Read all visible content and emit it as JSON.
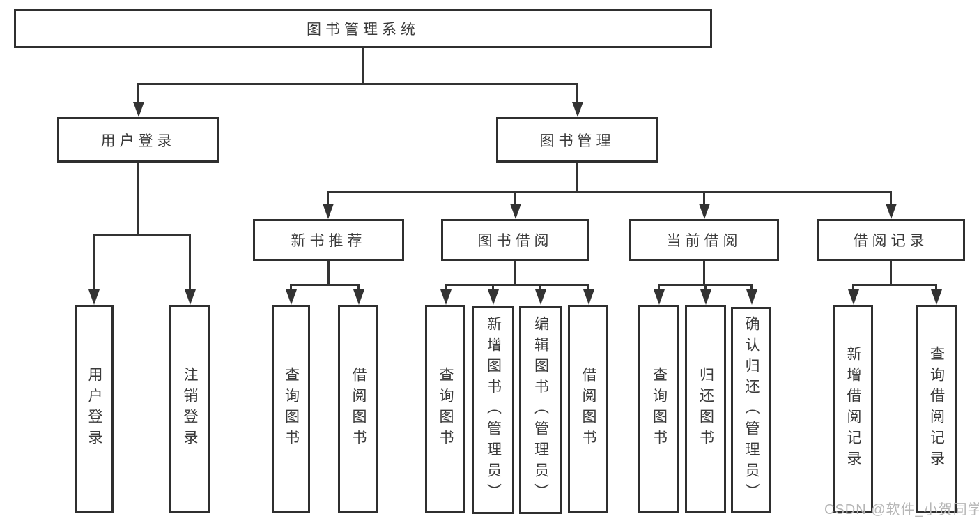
{
  "nodes": {
    "root": "图书管理系统",
    "branches": [
      "用户登录",
      "图书管理"
    ],
    "modules": [
      "新书推荐",
      "图书借阅",
      "当前借阅",
      "借阅记录"
    ],
    "leaves": {
      "user": [
        "用户登录",
        "注销登录"
      ],
      "recommend": [
        "查询图书",
        "借阅图书"
      ],
      "borrow": [
        "查询图书",
        "新增图书（管理员）",
        "编辑图书（管理员）",
        "借阅图书"
      ],
      "current": [
        "查询图书",
        "归还图书",
        "确认归还（管理员）"
      ],
      "records": [
        "新增借阅记录",
        "查询借阅记录"
      ]
    }
  },
  "watermark": {
    "text": "CSDN @软件_小贺同学",
    "color": "#b6b6b6"
  },
  "colors": {
    "line": "#333333",
    "box_border": "#2f2f2f",
    "text": "#3a3a3a",
    "background": "#ffffff"
  }
}
